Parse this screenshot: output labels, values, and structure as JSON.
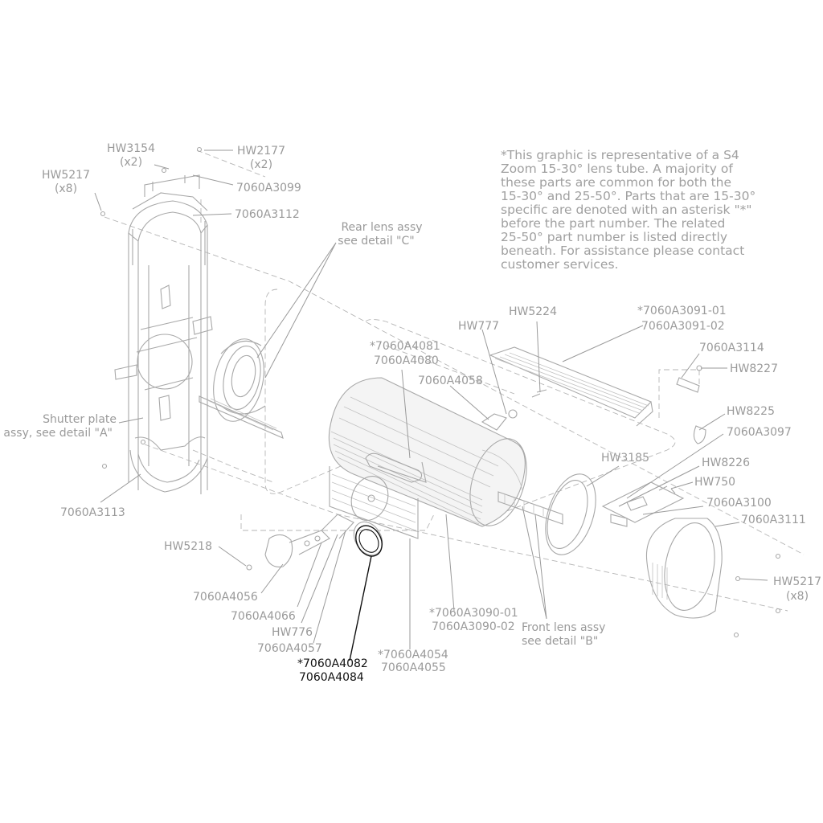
{
  "note_lines": [
    "*This graphic is representative of a S4",
    "Zoom 15-30° lens tube. A majority of",
    "these parts are common for both the",
    "15-30° and 25-50°. Parts that are 15-30°",
    "specific are denoted with an asterisk \"*\"",
    "before the part number. The related",
    "25-50° part number is listed directly",
    "beneath.  For assistance please contact",
    "customer services."
  ],
  "callouts": [
    {
      "id": "hw3154",
      "lines": [
        "HW3154",
        "(x2)"
      ]
    },
    {
      "id": "hw2177",
      "lines": [
        "HW2177",
        "(x2)"
      ]
    },
    {
      "id": "hw5217-left",
      "lines": [
        "HW5217",
        "(x8)"
      ]
    },
    {
      "id": "7060a3099",
      "lines": [
        "7060A3099"
      ]
    },
    {
      "id": "7060a3112",
      "lines": [
        "7060A3112"
      ]
    },
    {
      "id": "rear-lens",
      "lines": [
        "Rear lens assy",
        "see detail \"C\""
      ]
    },
    {
      "id": "shutter-plate",
      "lines": [
        "Shutter plate",
        "assy, see detail \"A\""
      ]
    },
    {
      "id": "7060a3113",
      "lines": [
        "7060A3113"
      ]
    },
    {
      "id": "hw5218",
      "lines": [
        "HW5218"
      ]
    },
    {
      "id": "7060a4056",
      "lines": [
        "7060A4056"
      ]
    },
    {
      "id": "7060a4066",
      "lines": [
        "7060A4066"
      ]
    },
    {
      "id": "hw776",
      "lines": [
        "HW776"
      ]
    },
    {
      "id": "7060a4057",
      "lines": [
        "7060A4057"
      ]
    },
    {
      "id": "7060a4082",
      "lines": [
        "*7060A4082",
        "7060A4084"
      ]
    },
    {
      "id": "7060a4054",
      "lines": [
        "*7060A4054",
        "7060A4055"
      ]
    },
    {
      "id": "7060a3090",
      "lines": [
        "*7060A3090-01",
        "7060A3090-02"
      ]
    },
    {
      "id": "front-lens",
      "lines": [
        "Front lens assy",
        "see detail \"B\""
      ]
    },
    {
      "id": "7060a4081",
      "lines": [
        "*7060A4081",
        "7060A4080"
      ]
    },
    {
      "id": "7060a4058",
      "lines": [
        "7060A4058"
      ]
    },
    {
      "id": "hw777",
      "lines": [
        "HW777"
      ]
    },
    {
      "id": "hw5224",
      "lines": [
        "HW5224"
      ]
    },
    {
      "id": "7060a3091",
      "lines": [
        "*7060A3091-01",
        "7060A3091-02"
      ]
    },
    {
      "id": "7060a3114",
      "lines": [
        "7060A3114"
      ]
    },
    {
      "id": "hw8227",
      "lines": [
        "HW8227"
      ]
    },
    {
      "id": "hw8225",
      "lines": [
        "HW8225"
      ]
    },
    {
      "id": "7060a3097",
      "lines": [
        "7060A3097"
      ]
    },
    {
      "id": "hw3185",
      "lines": [
        "HW3185"
      ]
    },
    {
      "id": "hw8226",
      "lines": [
        "HW8226"
      ]
    },
    {
      "id": "hw750",
      "lines": [
        "HW750"
      ]
    },
    {
      "id": "7060a3100",
      "lines": [
        "7060A3100"
      ]
    },
    {
      "id": "7060a3111",
      "lines": [
        "7060A3111"
      ]
    },
    {
      "id": "hw5217-right",
      "lines": [
        "HW5217",
        "(x8)"
      ]
    }
  ],
  "colors": {
    "label": "#9a9a9a",
    "highlight": "#111111",
    "part": "#a8a8a8"
  }
}
